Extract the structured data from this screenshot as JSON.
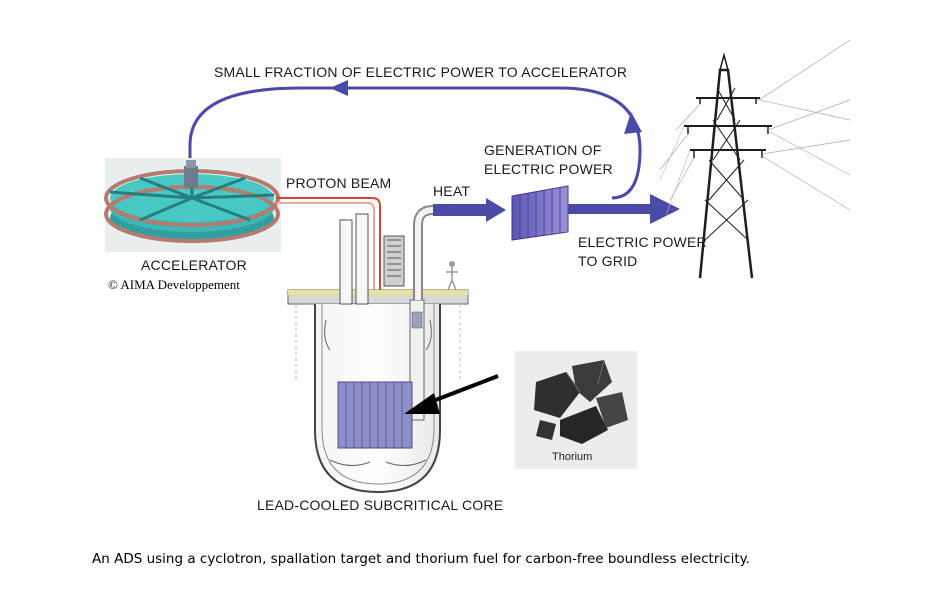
{
  "labels": {
    "feedback": "SMALL FRACTION OF ELECTRIC POWER TO ACCELERATOR",
    "proton_beam": "PROTON BEAM",
    "generation_line1": "GENERATION OF",
    "generation_line2": "ELECTRIC POWER",
    "heat": "HEAT",
    "grid_line1": "ELECTRIC POWER",
    "grid_line2": "TO GRID",
    "accelerator": "ACCELERATOR",
    "core": "LEAD-COOLED SUBCRITICAL CORE",
    "thorium": "Thorium"
  },
  "credit": "© AIMA Developpement",
  "caption": "An ADS using a cyclotron, spallation target and thorium fuel for carbon-free boundless electricity.",
  "colors": {
    "flow_arrow": "#4b4aa6",
    "proton_beam": "#d9432f",
    "accelerator_body": "#39b8b6",
    "accelerator_coil": "#b77a6e",
    "turbine": "#7a73c6",
    "tower": "#1e1e1e"
  },
  "icons": [
    "cyclotron-accelerator",
    "reactor-vessel",
    "turbine-generator",
    "transmission-tower",
    "thorium-sample"
  ]
}
